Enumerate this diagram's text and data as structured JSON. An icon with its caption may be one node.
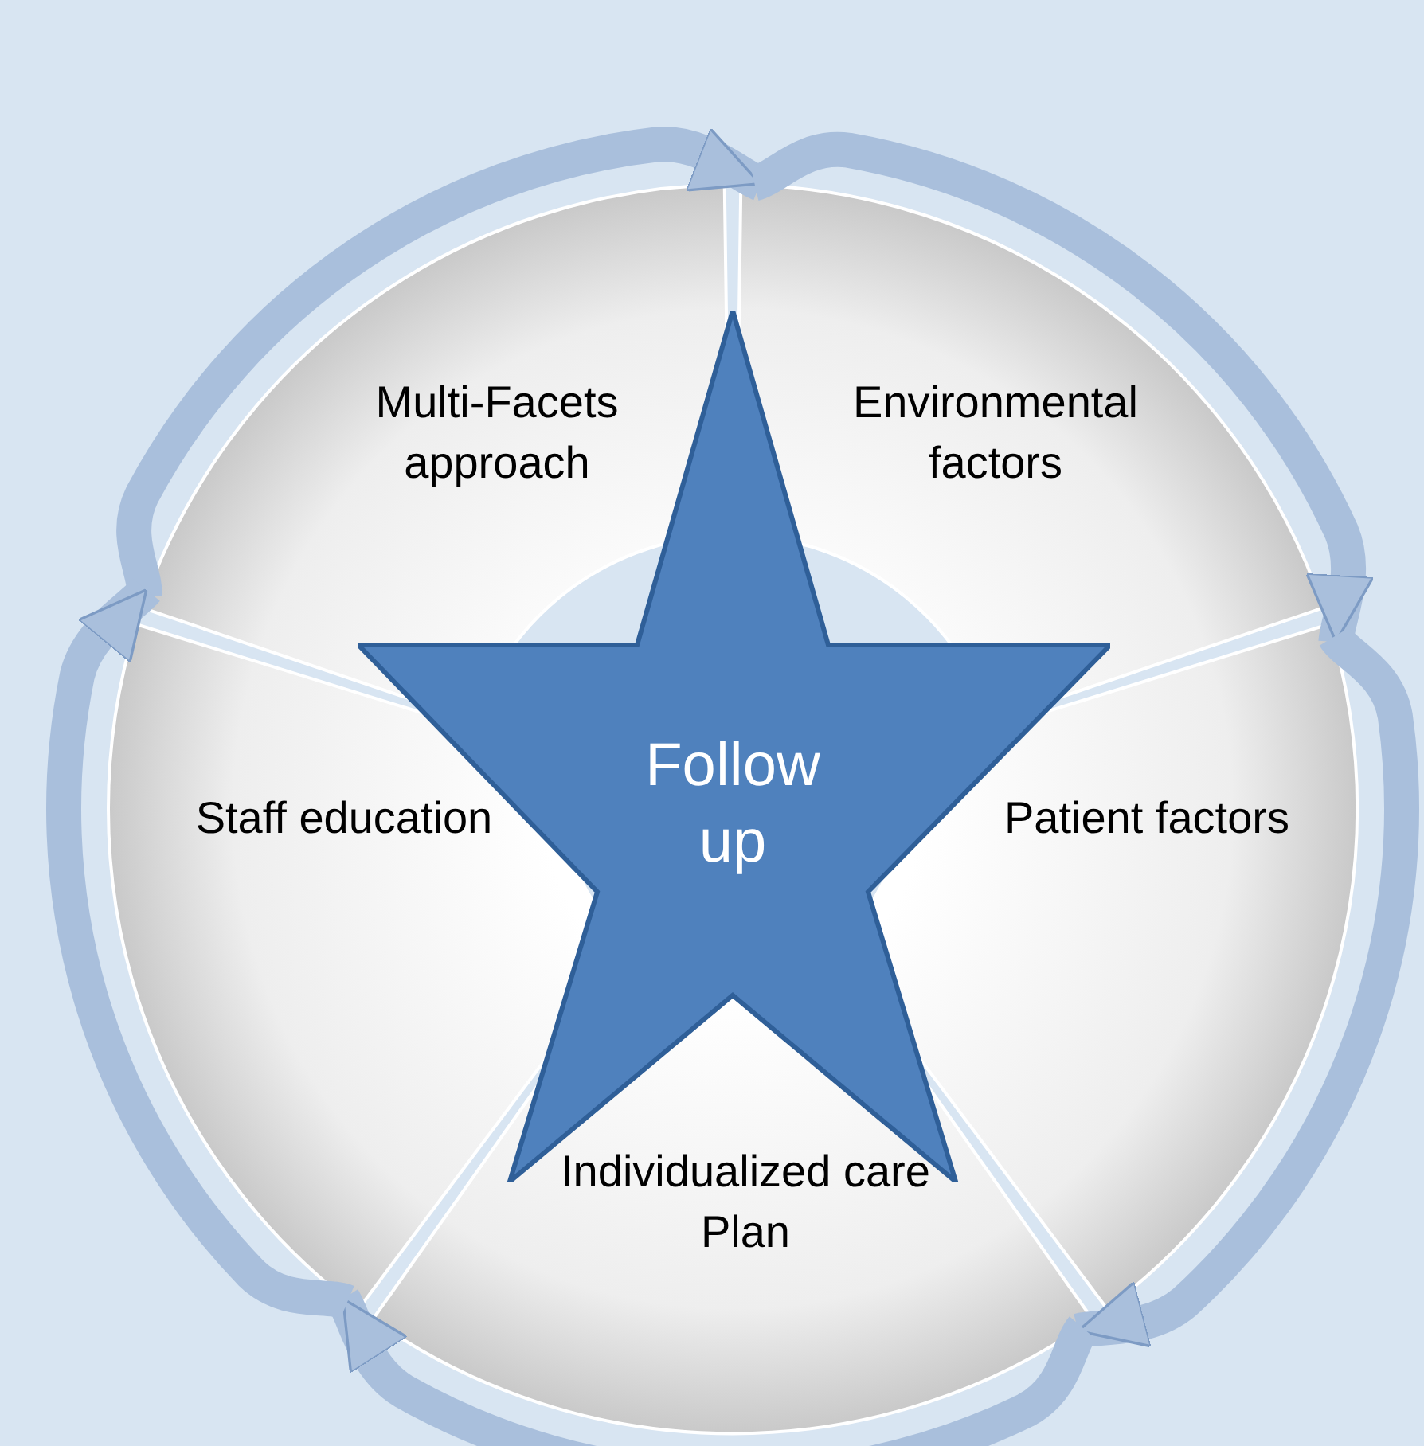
{
  "diagram": {
    "nodes": [
      {
        "text": [
          "Multi-Facets approach"
        ]
      },
      {
        "text": [
          "Environmental factors"
        ]
      },
      {
        "text": [
          "Patient factors"
        ]
      },
      {
        "text": [
          "Individualized care Plan"
        ]
      },
      {
        "text": [
          "Staff education"
        ]
      },
      {
        "text": [
          "Follow up"
        ]
      }
    ],
    "edges": [
      {
        "from": 0,
        "to": 1,
        "arrow": "to"
      },
      {
        "from": 1,
        "to": 2,
        "arrow": "to"
      },
      {
        "from": 2,
        "to": 3,
        "arrow": "to"
      },
      {
        "from": 3,
        "to": 4,
        "arrow": "to"
      },
      {
        "from": 4,
        "to": 0,
        "arrow": "to"
      }
    ]
  }
}
